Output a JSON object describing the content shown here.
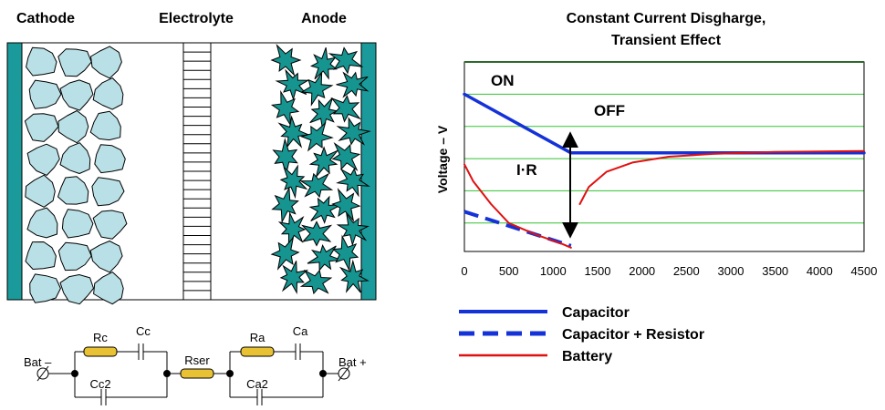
{
  "cell": {
    "cathode_label": "Cathode",
    "electrolyte_label": "Electrolyte",
    "anode_label": "Anode",
    "colors": {
      "cathode_particle": "#b9e0e6",
      "anode_particle": "#16948f",
      "collector": "#1a9a9a"
    }
  },
  "circuit": {
    "bat_minus": "Bat –",
    "bat_plus": "Bat +",
    "rc": "Rc",
    "cc": "Cc",
    "cc2": "Cc2",
    "rser": "Rser",
    "ra": "Ra",
    "ca": "Ca",
    "ca2": "Ca2",
    "colors": {
      "resistor": "#e8c234"
    }
  },
  "chart_data": {
    "type": "line",
    "title_line1": "Constant Current Disgharge,",
    "title_line2": "Transient Effect",
    "ylabel": "Voltage – V",
    "xlabel": "",
    "xlim": [
      0,
      4500
    ],
    "x_ticks": [
      "0",
      "500",
      "1000",
      "1500",
      "2000",
      "2500",
      "3000",
      "3500",
      "4000",
      "4500"
    ],
    "annotations": {
      "on": "ON",
      "off": "OFF",
      "ir": "I·R"
    },
    "legend": {
      "placement": "bottom-left",
      "capacitor": "Capacitor",
      "capacitor_resistor": "Capacitor + Resistor",
      "battery": "Battery"
    },
    "colors": {
      "capacitor": "#1532d8",
      "battery": "#e01010",
      "grid": "#33c233",
      "frame": "#2e6a2e",
      "arrow": "#000000"
    },
    "series": [
      {
        "name": "Capacitor",
        "style": "solid",
        "x": [
          0,
          1200,
          4500
        ],
        "y": [
          0.83,
          0.52,
          0.52
        ]
      },
      {
        "name": "Capacitor + Resistor",
        "style": "dashed",
        "x": [
          0,
          1200
        ],
        "y": [
          0.21,
          0.03
        ]
      },
      {
        "name": "Battery",
        "style": "solid",
        "x": [
          0,
          100,
          300,
          500,
          800,
          1100,
          1200
        ],
        "y": [
          0.46,
          0.37,
          0.25,
          0.15,
          0.09,
          0.04,
          0.02
        ]
      },
      {
        "name": "Battery",
        "style": "solid",
        "x": [
          1300,
          1400,
          1600,
          1900,
          2300,
          2800,
          3500,
          4500
        ],
        "y": [
          0.25,
          0.34,
          0.42,
          0.47,
          0.5,
          0.515,
          0.525,
          0.53
        ]
      }
    ]
  }
}
